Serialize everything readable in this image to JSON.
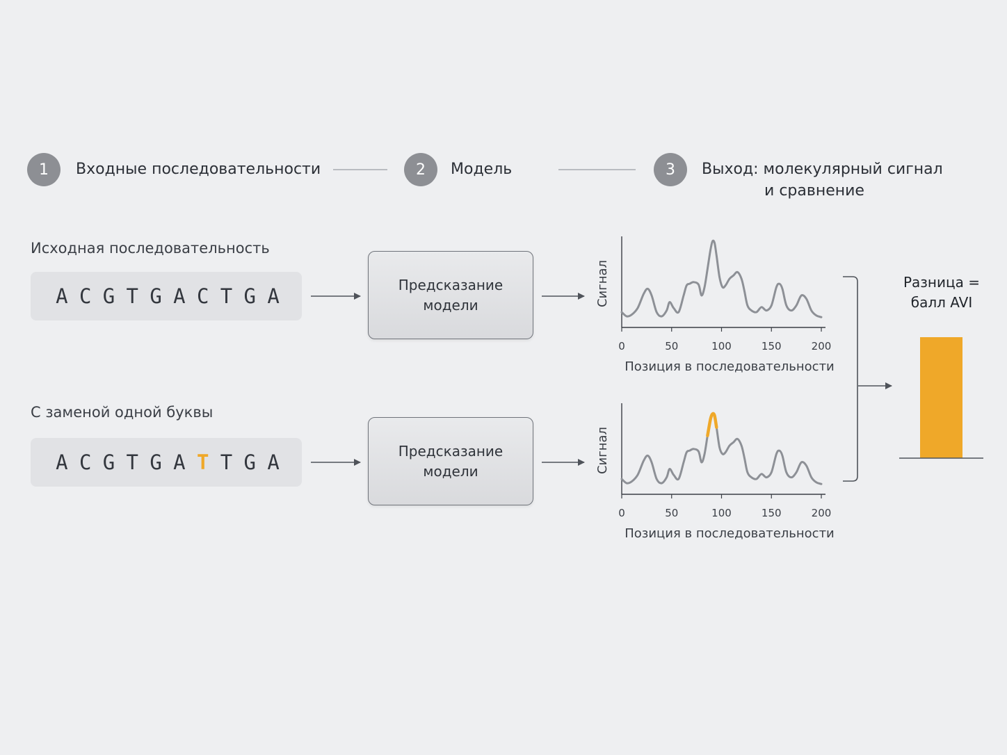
{
  "steps": [
    {
      "number": "1",
      "label": "Входные последовательности"
    },
    {
      "number": "2",
      "label": "Модель"
    },
    {
      "number": "3",
      "label_line1": "Выход: молекулярный сигнал",
      "label_line2": "и сравнение"
    }
  ],
  "rows": [
    {
      "label": "Исходная последовательность",
      "sequence": [
        "A",
        "C",
        "G",
        "T",
        "G",
        "A",
        "C",
        "T",
        "G",
        "A"
      ],
      "mutation_index": null
    },
    {
      "label": "С заменой одной буквы",
      "sequence": [
        "A",
        "C",
        "G",
        "T",
        "G",
        "A",
        "T",
        "T",
        "G",
        "A"
      ],
      "mutation_index": 6
    }
  ],
  "model": {
    "line1": "Предсказание",
    "line2": "модели"
  },
  "result": {
    "line1": "Разница =",
    "line2": "балл AVI"
  },
  "colors": {
    "accent": "#efa829",
    "signal_line": "#8d9096",
    "arrow": "#4f535a",
    "step_circle": "#8d8f94"
  },
  "chart_data": [
    {
      "type": "line",
      "ylabel": "Сигнал",
      "xlabel": "Позиция в последовательности",
      "xlim": [
        0,
        200
      ],
      "xticks": [
        0,
        50,
        100,
        150,
        200
      ],
      "x": [
        0,
        5,
        10,
        16,
        22,
        26,
        30,
        35,
        40,
        45,
        48,
        52,
        57,
        62,
        65,
        68,
        72,
        77,
        80,
        83,
        86,
        89,
        91,
        93,
        95,
        98,
        101,
        104,
        108,
        112,
        116,
        120,
        123,
        126,
        130,
        135,
        140,
        145,
        150,
        155,
        158,
        161,
        165,
        170,
        175,
        180,
        185,
        190,
        195,
        200
      ],
      "values": [
        0.1,
        0.05,
        0.07,
        0.15,
        0.32,
        0.38,
        0.3,
        0.1,
        0.05,
        0.12,
        0.22,
        0.15,
        0.1,
        0.3,
        0.42,
        0.44,
        0.46,
        0.43,
        0.3,
        0.4,
        0.62,
        0.85,
        0.95,
        0.93,
        0.78,
        0.52,
        0.4,
        0.42,
        0.5,
        0.54,
        0.58,
        0.5,
        0.35,
        0.18,
        0.12,
        0.1,
        0.16,
        0.12,
        0.18,
        0.4,
        0.44,
        0.38,
        0.18,
        0.12,
        0.18,
        0.3,
        0.26,
        0.12,
        0.06,
        0.04
      ]
    },
    {
      "type": "line",
      "ylabel": "Сигнал",
      "xlabel": "Позиция в последовательности",
      "xlim": [
        0,
        200
      ],
      "xticks": [
        0,
        50,
        100,
        150,
        200
      ],
      "highlight_range": [
        84,
        96
      ],
      "x": [
        0,
        5,
        10,
        16,
        22,
        26,
        30,
        35,
        40,
        45,
        48,
        52,
        57,
        62,
        65,
        68,
        72,
        77,
        80,
        83,
        86,
        89,
        91,
        93,
        95,
        98,
        101,
        104,
        108,
        112,
        116,
        120,
        123,
        126,
        130,
        135,
        140,
        145,
        150,
        155,
        158,
        161,
        165,
        170,
        175,
        180,
        185,
        190,
        195,
        200
      ],
      "values": [
        0.1,
        0.05,
        0.07,
        0.15,
        0.32,
        0.38,
        0.3,
        0.1,
        0.05,
        0.12,
        0.22,
        0.15,
        0.1,
        0.3,
        0.42,
        0.44,
        0.46,
        0.43,
        0.3,
        0.4,
        0.62,
        0.82,
        0.88,
        0.86,
        0.72,
        0.48,
        0.4,
        0.42,
        0.5,
        0.54,
        0.58,
        0.5,
        0.35,
        0.18,
        0.12,
        0.1,
        0.16,
        0.12,
        0.18,
        0.4,
        0.44,
        0.38,
        0.18,
        0.12,
        0.18,
        0.3,
        0.26,
        0.12,
        0.06,
        0.04
      ]
    },
    {
      "type": "bar",
      "categories": [
        ""
      ],
      "values": [
        1
      ],
      "ylim": [
        0,
        1
      ]
    }
  ]
}
